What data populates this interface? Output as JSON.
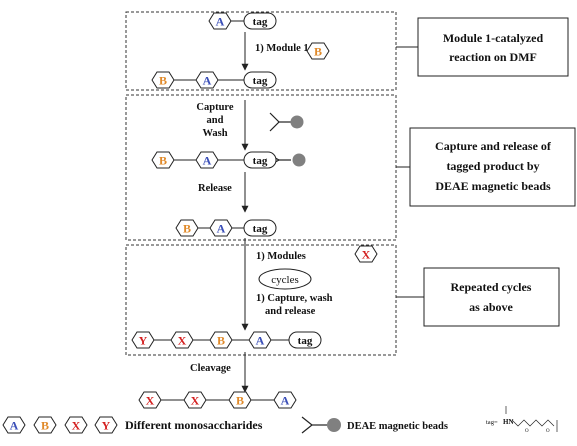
{
  "colors": {
    "A": "#3b4fb8",
    "B": "#e08a2a",
    "X": "#d42020",
    "Y": "#d42020",
    "bead": "#808080",
    "line": "#222222"
  },
  "monosaccharides": {
    "A": "A",
    "B": "B",
    "X": "X",
    "Y": "Y"
  },
  "tag_label": "tag",
  "steps": {
    "module1": "1) Module 1",
    "capture_1": "Capture",
    "capture_2": "and",
    "capture_3": "Wash",
    "release": "Release",
    "modules": "1)  Modules",
    "cycles": "cycles",
    "capture_wash_1": "1) Capture, wash",
    "capture_wash_2": "and release",
    "cleavage": "Cleavage"
  },
  "side_boxes": {
    "box1_line1": "Module 1-catalyzed",
    "box1_line2": "reaction on DMF",
    "box2_line1": "Capture and release of",
    "box2_line2": "tagged product by",
    "box2_line3": "DEAE magnetic beads",
    "box3_line1": "Repeated cycles",
    "box3_line2": "as above"
  },
  "legend": {
    "mono_text": "Different monosaccharides",
    "bead_text": "DEAE magnetic beads",
    "tag_eq": "tag=",
    "tag_hn": "HN"
  }
}
